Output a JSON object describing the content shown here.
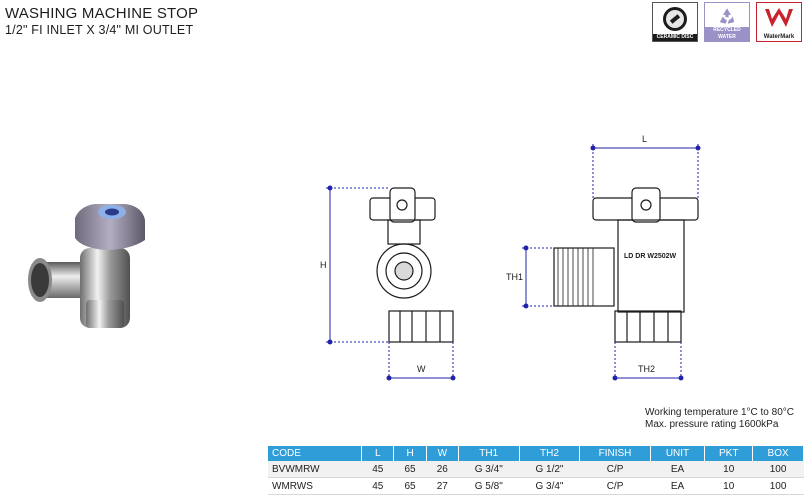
{
  "header": {
    "title": "WASHING MACHINE STOP",
    "subtitle": "1/2\" FI INLET X 3/4\" MI OUTLET"
  },
  "badges": [
    {
      "label": "CERAMIC DISC",
      "icon": "ceramic-disc-icon"
    },
    {
      "label": "RECYCLED WATER",
      "icon": "recycle-icon",
      "color": "#9a92c7"
    },
    {
      "label": "WaterMark",
      "icon": "watermark-icon",
      "color": "#c9232d"
    }
  ],
  "drawing": {
    "dim_l": "L",
    "dim_h": "H",
    "dim_w": "W",
    "dim_th1": "TH1",
    "dim_th2": "TH2",
    "body_text": "LD DR W2502W",
    "dim_color": "#2222aa"
  },
  "notes": {
    "temp": "Working temperature 1°C to 80°C",
    "pressure": "Max. pressure rating 1600kPa"
  },
  "table": {
    "headers": [
      "CODE",
      "L",
      "H",
      "W",
      "TH1",
      "TH2",
      "FINISH",
      "UNIT",
      "PKT",
      "BOX"
    ],
    "rows": [
      [
        "BVWMRW",
        "45",
        "65",
        "26",
        "G 3/4\"",
        "G 1/2\"",
        "C/P",
        "EA",
        "10",
        "100"
      ],
      [
        "WMRWS",
        "45",
        "65",
        "27",
        "G 5/8\"",
        "G 3/4\"",
        "C/P",
        "EA",
        "10",
        "100"
      ]
    ]
  },
  "colors": {
    "header_blue": "#2f9ed8"
  }
}
